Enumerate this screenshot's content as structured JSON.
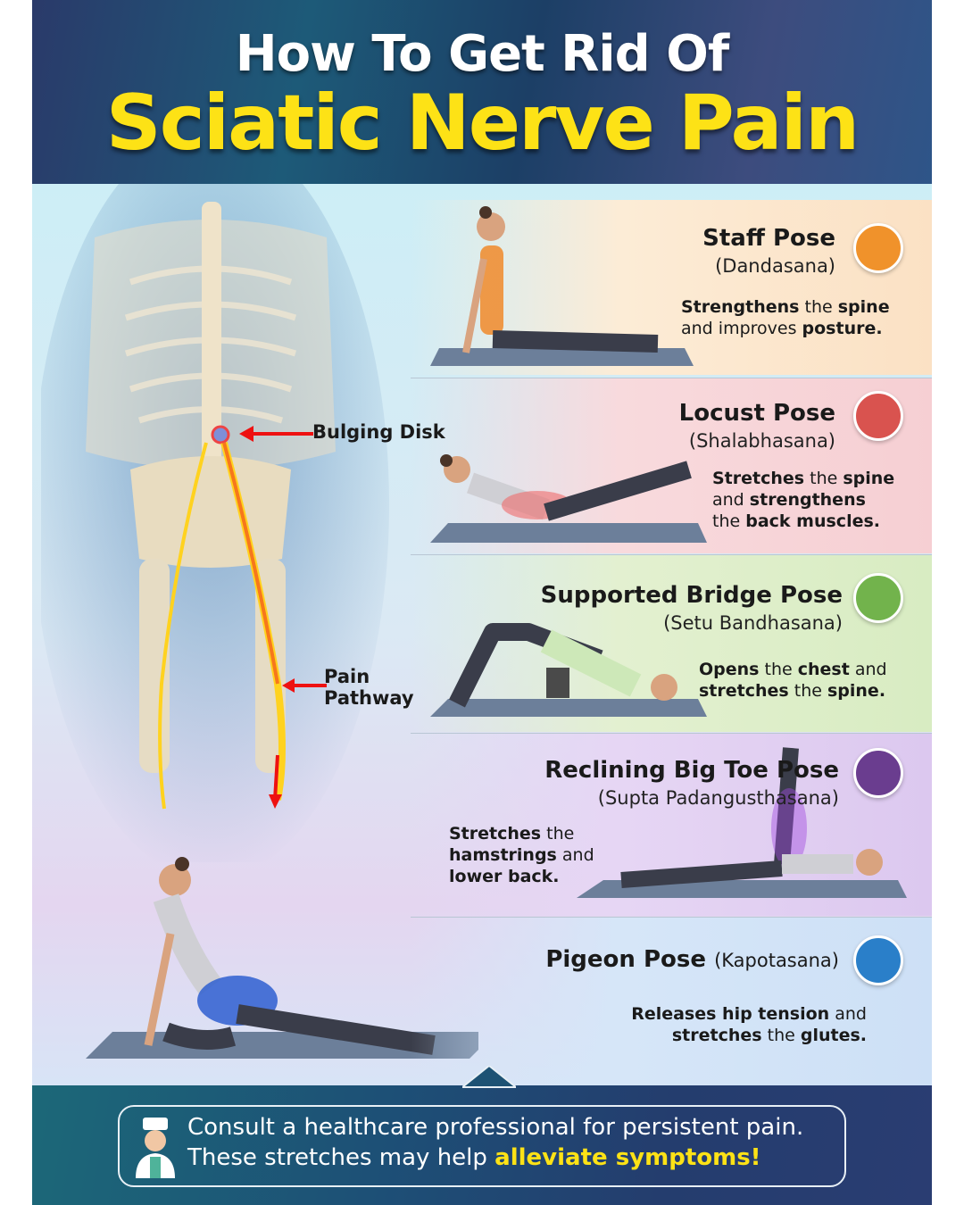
{
  "header": {
    "title_line1": "How To Get Rid Of",
    "title_line2": "Sciatic Nerve Pain"
  },
  "anatomy": {
    "labels": {
      "bulging_disk": "Bulging Disk",
      "pain_pathway_1": "Pain",
      "pain_pathway_2": "Pathway"
    }
  },
  "poses": [
    {
      "name": "Staff Pose",
      "sanskrit": "(Dandasana)",
      "icon": "sitting-person-icon",
      "color": "#f0922b",
      "desc": [
        {
          "t": "Strengthens",
          "b": true
        },
        {
          "t": " the ",
          "b": false
        },
        {
          "t": "spine",
          "b": true
        },
        {
          "t": "and improves ",
          "b": false
        },
        {
          "t": "posture.",
          "b": true
        }
      ]
    },
    {
      "name": "Locust Pose",
      "sanskrit": "(Shalabhasana)",
      "icon": "prone-lift-icon",
      "color": "#d9534f",
      "desc": [
        {
          "t": "Stretches",
          "b": true
        },
        {
          "t": " the ",
          "b": false
        },
        {
          "t": "spine",
          "b": true
        },
        {
          "t": "and ",
          "b": false
        },
        {
          "t": "strengthens",
          "b": true
        },
        {
          "t": "the ",
          "b": false
        },
        {
          "t": "back muscles.",
          "b": true
        }
      ]
    },
    {
      "name": "Supported Bridge Pose",
      "sanskrit": "(Setu Bandhasana)",
      "icon": "bridge-icon",
      "color": "#72b34c",
      "desc": [
        {
          "t": "Opens",
          "b": true
        },
        {
          "t": " the ",
          "b": false
        },
        {
          "t": "chest",
          "b": true
        },
        {
          "t": " and",
          "b": false
        },
        {
          "t": "stretches",
          "b": true
        },
        {
          "t": " the ",
          "b": false
        },
        {
          "t": "spine.",
          "b": true
        }
      ]
    },
    {
      "name": "Reclining Big Toe Pose",
      "sanskrit": "(Supta Padangusthasana)",
      "icon": "leg-raise-icon",
      "color": "#6a3d8f",
      "desc": [
        {
          "t": "Stretches",
          "b": true
        },
        {
          "t": " the",
          "b": false
        },
        {
          "t": "hamstrings",
          "b": true
        },
        {
          "t": " and",
          "b": false
        },
        {
          "t": "lower back.",
          "b": true
        }
      ]
    },
    {
      "name": "Pigeon Pose",
      "sanskrit": "(Kapotasana)",
      "icon": "kneeling-stretch-icon",
      "color": "#2a7fc9",
      "desc": [
        {
          "t": "Releases hip tension",
          "b": true
        },
        {
          "t": " and",
          "b": false
        },
        {
          "t": "stretches",
          "b": true
        },
        {
          "t": " the ",
          "b": false
        },
        {
          "t": "glutes.",
          "b": true
        }
      ]
    }
  ],
  "footer": {
    "line1": "Consult a healthcare professional for persistent pain.",
    "line2_prefix": "These stretches may help ",
    "line2_highlight": "alleviate symptoms!"
  }
}
